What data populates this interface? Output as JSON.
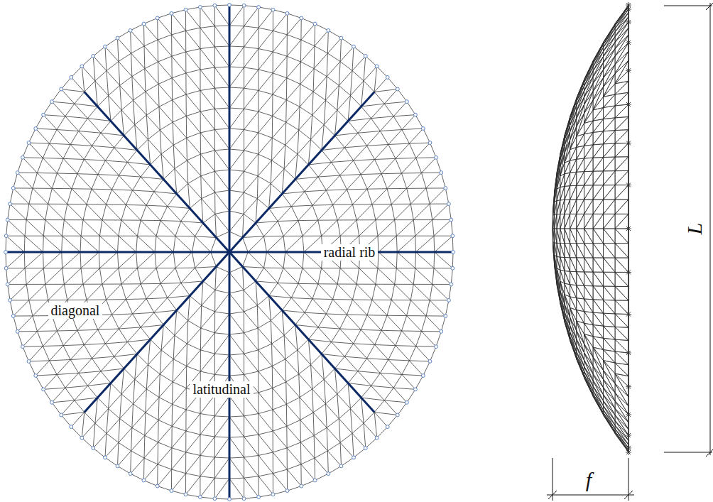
{
  "diagram": {
    "labels": [
      "radial rib",
      "diagonal",
      "latitudinal",
      "L",
      "f"
    ]
  }
}
